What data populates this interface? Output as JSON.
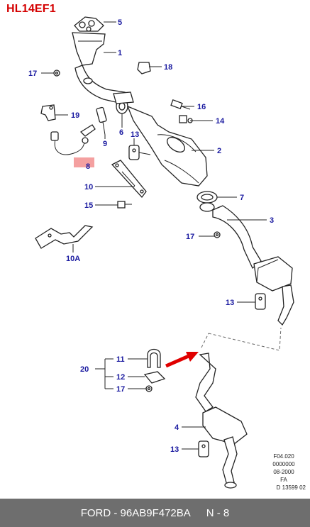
{
  "diagram_code": "HL14EF1",
  "labels": {
    "p1": "1",
    "p2": "2",
    "p3": "3",
    "p4": "4",
    "p5": "5",
    "p6": "6",
    "p7": "7",
    "p8": "8",
    "p9": "9",
    "p10": "10",
    "p10a": "10A",
    "p11": "11",
    "p12": "12",
    "p13a": "13",
    "p13b": "13",
    "p13c": "13",
    "p14": "14",
    "p15": "15",
    "p16": "16",
    "p17a": "17",
    "p17b": "17",
    "p17c": "17",
    "p18": "18",
    "p19": "19",
    "p20": "20"
  },
  "code_block": {
    "line1": "F04.020",
    "line2": "0000000",
    "line3": "08-2000",
    "line4": "FA",
    "line5": "D 13599 02"
  },
  "footer": {
    "part_ref": "FORD - 96AB9F472BA",
    "position": "N - 8"
  },
  "colors": {
    "title": "#d40000",
    "labels": "#1a1aa0",
    "highlight": "#f4a0a0",
    "arrow": "#e00000",
    "footer_bg": "#6e6e6e"
  }
}
